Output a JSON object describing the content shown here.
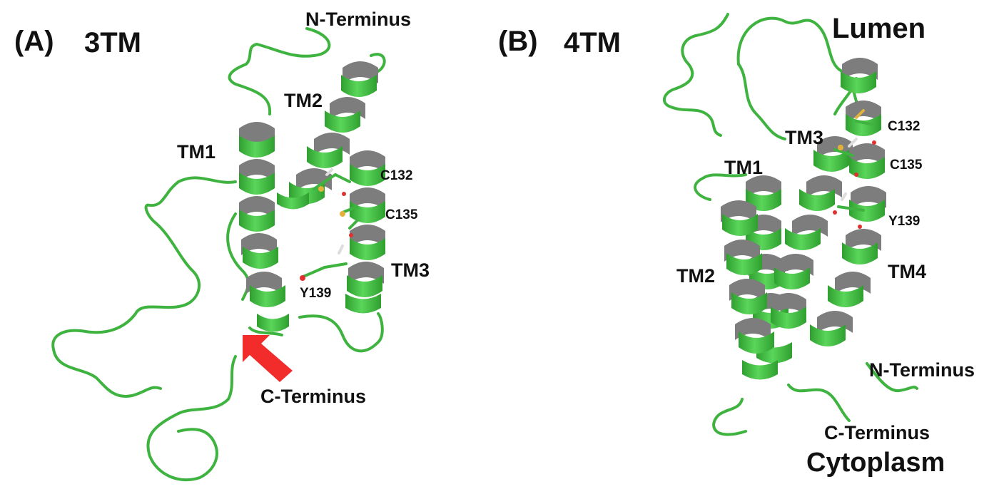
{
  "panel_a": {
    "panel_label": "(A)",
    "model_label": "3TM",
    "n_terminus": "N-Terminus",
    "c_terminus": "C-Terminus",
    "helices": [
      "TM1",
      "TM2",
      "TM3"
    ],
    "residues": [
      "C132",
      "C135",
      "Y139"
    ]
  },
  "panel_b": {
    "panel_label": "(B)",
    "model_label": "4TM",
    "lumen": "Lumen",
    "cytoplasm": "Cytoplasm",
    "n_terminus": "N-Terminus",
    "c_terminus": "C-Terminus",
    "helices": [
      "TM1",
      "TM2",
      "TM3",
      "TM4"
    ],
    "residues": [
      "C132",
      "C135",
      "Y139"
    ]
  },
  "colors": {
    "ribbon": "#3fc13f",
    "ribbon_edge": "#2a8f2a",
    "ribbon_inner": "#8f8f8f",
    "arrow": "#f22b2b",
    "sulfur": "#e3b23c",
    "oxygen": "#e03030",
    "hydrogen": "#dddddd"
  }
}
